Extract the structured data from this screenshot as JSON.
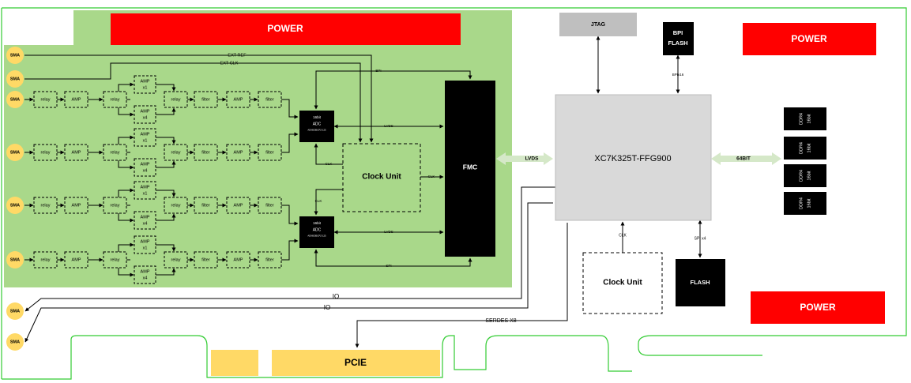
{
  "power_main": "POWER",
  "power_right_top": "POWER",
  "power_right_bottom": "POWER",
  "jtag": "JTAG",
  "bpi_flash": [
    "BPI",
    "FLASH"
  ],
  "bpi_x16": "BPIx16",
  "fpga": "XC7K325T-FFG900",
  "lvds_main": "LVDS",
  "bit64": "64BIT",
  "ddr": [
    "DDR4",
    "16bit"
  ],
  "clk": "CLK",
  "spi_x4": "SPI x4",
  "clock_unit": "Clock Unit",
  "flash": "FLASH",
  "fmc": "FMC",
  "sma": "SMA",
  "ext_ref": "EXT REF",
  "ext_clk": "EXT CLK",
  "bpi": "BPI",
  "lvds": "LVDS",
  "spi": "SPI",
  "relay": "relay",
  "amp": "AMP",
  "filter": "filter",
  "amp_x1": [
    "AMP",
    "x1"
  ],
  "amp_x4": [
    "AMP",
    "x4"
  ],
  "adc": [
    "16bit",
    "ADC",
    "AD9653BCPZ-125"
  ],
  "io": "IO",
  "serdes": "SERDES X8",
  "pcie": "PCIE",
  "colors": {
    "board_green": "#a9d88a",
    "power_red": "#ff0000",
    "sma_yellow": "#ffd966",
    "pcie_yellow": "#ffd966",
    "fpga_gray": "#d9d9d9",
    "jtag_gray": "#bfbfbf",
    "outline_green": "#33cc33"
  }
}
